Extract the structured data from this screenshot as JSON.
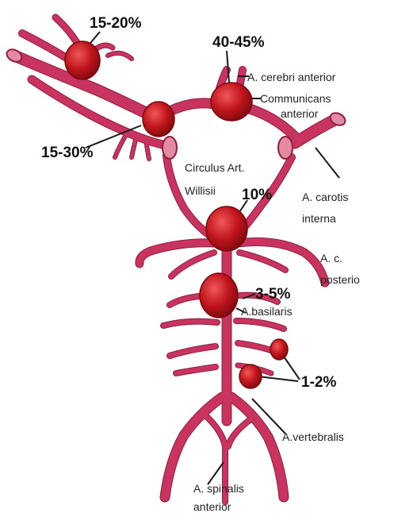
{
  "diagram": {
    "percentages": {
      "p1": "15-20%",
      "p2": "40-45%",
      "p3": "15-30%",
      "p4": "10%",
      "p5": "3-5%",
      "p6": "1-2%"
    },
    "structures": {
      "cerebri_anterior": "A. cerebri anterior",
      "communicans_1": "Communicans",
      "communicans_2": "anterior",
      "circulus_1": "Circulus Art.",
      "circulus_2": "Willisii",
      "carotis_1": "A. carotis",
      "carotis_2": "interna",
      "posterior_1": "A. c.",
      "posterior_2": "posterio",
      "basilaris": "A.basilaris",
      "vertebralis": "A.vertebralis",
      "spinalis_1": "A. spinalis",
      "spinalis_2": "anterior"
    },
    "colors": {
      "vessel": "#c8335f",
      "vessel_dark": "#8f1f40",
      "aneurysm": "#c0151c",
      "aneurysm_dark": "#7a0a0e",
      "line": "#1a1a1a"
    }
  }
}
